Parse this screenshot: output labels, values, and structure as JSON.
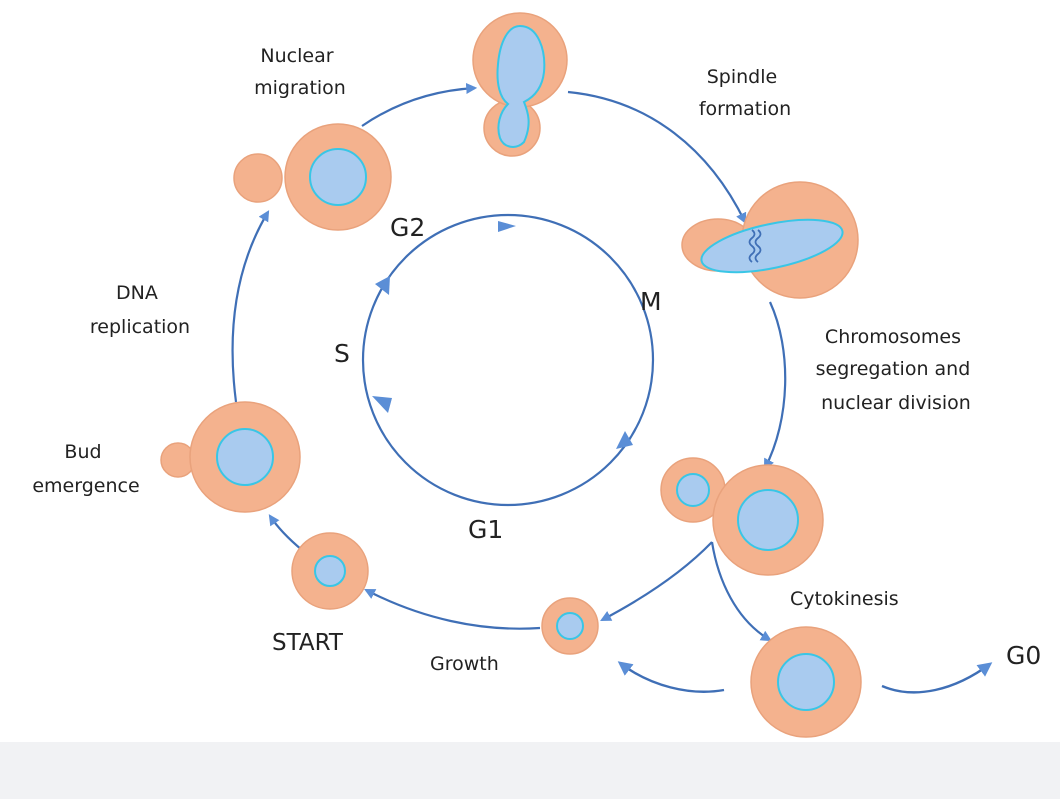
{
  "diagram": {
    "phases": {
      "g1": "G1",
      "s": "S",
      "g2": "G2",
      "m": "M",
      "g0": "G0"
    },
    "labels": {
      "nuclear_migration": [
        "Nuclear",
        "migration"
      ],
      "spindle_formation": [
        "Spindle",
        "formation"
      ],
      "chromosome_segregation": [
        "Chromosomes",
        "segregation and",
        "nuclear division"
      ],
      "cytokinesis": "Cytokinesis",
      "growth": "Growth",
      "start": "START",
      "bud_emergence": [
        "Bud",
        "emergence"
      ],
      "dna_replication": [
        "DNA",
        "replication"
      ]
    },
    "colors": {
      "cell_fill": "#f4b28e",
      "cell_stroke": "#e9a27c",
      "nucleus_fill": "#a9cbef",
      "nucleus_stroke": "#39c6e6",
      "arrow": "#3f6fb6",
      "arrow_head": "#5b8ed6",
      "footer": "#f1f2f4"
    }
  }
}
